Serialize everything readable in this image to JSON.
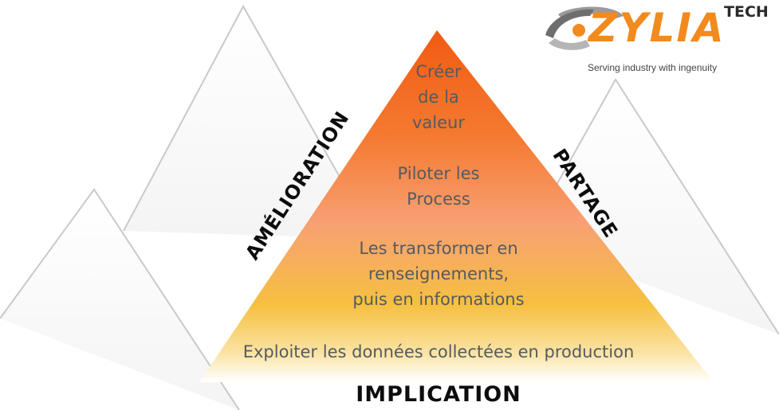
{
  "logo": {
    "word": "ZYLIA",
    "suffix": "TECH",
    "tagline": "Serving industry with ingenuity"
  },
  "pyramid": {
    "levels": [
      {
        "lines": [
          "Créer",
          "de la",
          "valeur"
        ]
      },
      {
        "lines": [
          "Piloter les",
          "Process"
        ]
      },
      {
        "lines": [
          "Les transformer en",
          "renseignements,",
          "puis en informations"
        ]
      },
      {
        "lines": [
          "Exploiter les données collectées en production"
        ]
      }
    ],
    "left_side": "AMÉLIORATION",
    "right_side": "PARTAGE",
    "base": "IMPLICATION"
  },
  "colors": {
    "apex": "#f2641e",
    "middle": "#f79a5a",
    "lower": "#f6c044",
    "base": "#ffffff",
    "text": "#555a5f",
    "logo_accent": "#f28a1e"
  }
}
